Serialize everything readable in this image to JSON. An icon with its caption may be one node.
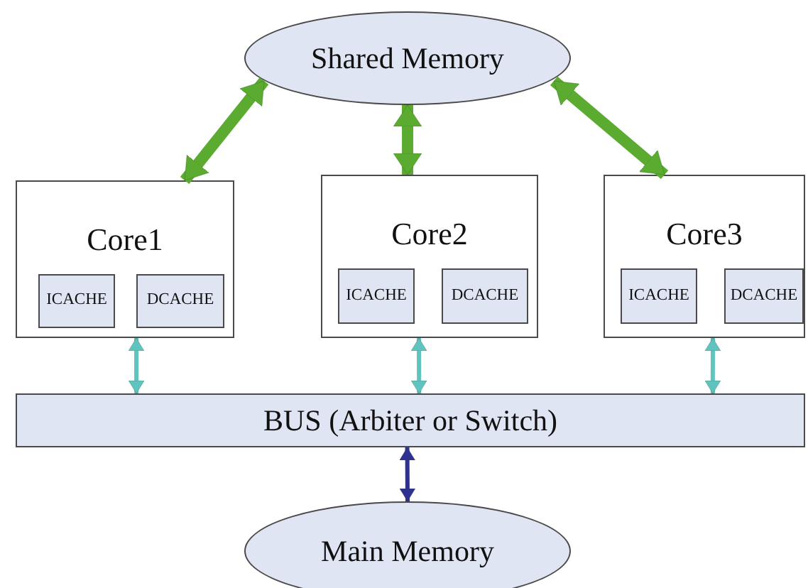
{
  "diagram": {
    "nodes": [
      {
        "text": [
          "Shared Memory"
        ]
      },
      {
        "text": [
          "Core1"
        ]
      },
      {
        "text": [
          "ICACHE"
        ],
        "in": 1
      },
      {
        "text": [
          "DCACHE"
        ],
        "in": 1
      },
      {
        "text": [
          "Core2"
        ]
      },
      {
        "text": [
          "ICACHE"
        ],
        "in": 4
      },
      {
        "text": [
          "DCACHE"
        ],
        "in": 4
      },
      {
        "text": [
          "Core3"
        ]
      },
      {
        "text": [
          "ICACHE"
        ],
        "in": 7
      },
      {
        "text": [
          "DCACHE"
        ],
        "in": 7
      },
      {
        "text": [
          "BUS (Arbiter or Switch)"
        ]
      },
      {
        "text": [
          "Main Memory"
        ]
      }
    ],
    "edges": [
      {
        "from": 0,
        "to": 1,
        "arrow": "both",
        "style": "thick",
        "color": "#5aab2f"
      },
      {
        "from": 0,
        "to": 4,
        "arrow": "both",
        "style": "thick",
        "color": "#5aab2f"
      },
      {
        "from": 0,
        "to": 7,
        "arrow": "both",
        "style": "thick",
        "color": "#5aab2f"
      },
      {
        "from": 1,
        "to": 10,
        "arrow": "both",
        "color": "#5fc4c0"
      },
      {
        "from": 4,
        "to": 10,
        "arrow": "both",
        "color": "#5fc4c0"
      },
      {
        "from": 7,
        "to": 10,
        "arrow": "both",
        "color": "#5fc4c0"
      },
      {
        "from": 10,
        "to": 11,
        "arrow": "both",
        "color": "#2e3192"
      }
    ]
  }
}
